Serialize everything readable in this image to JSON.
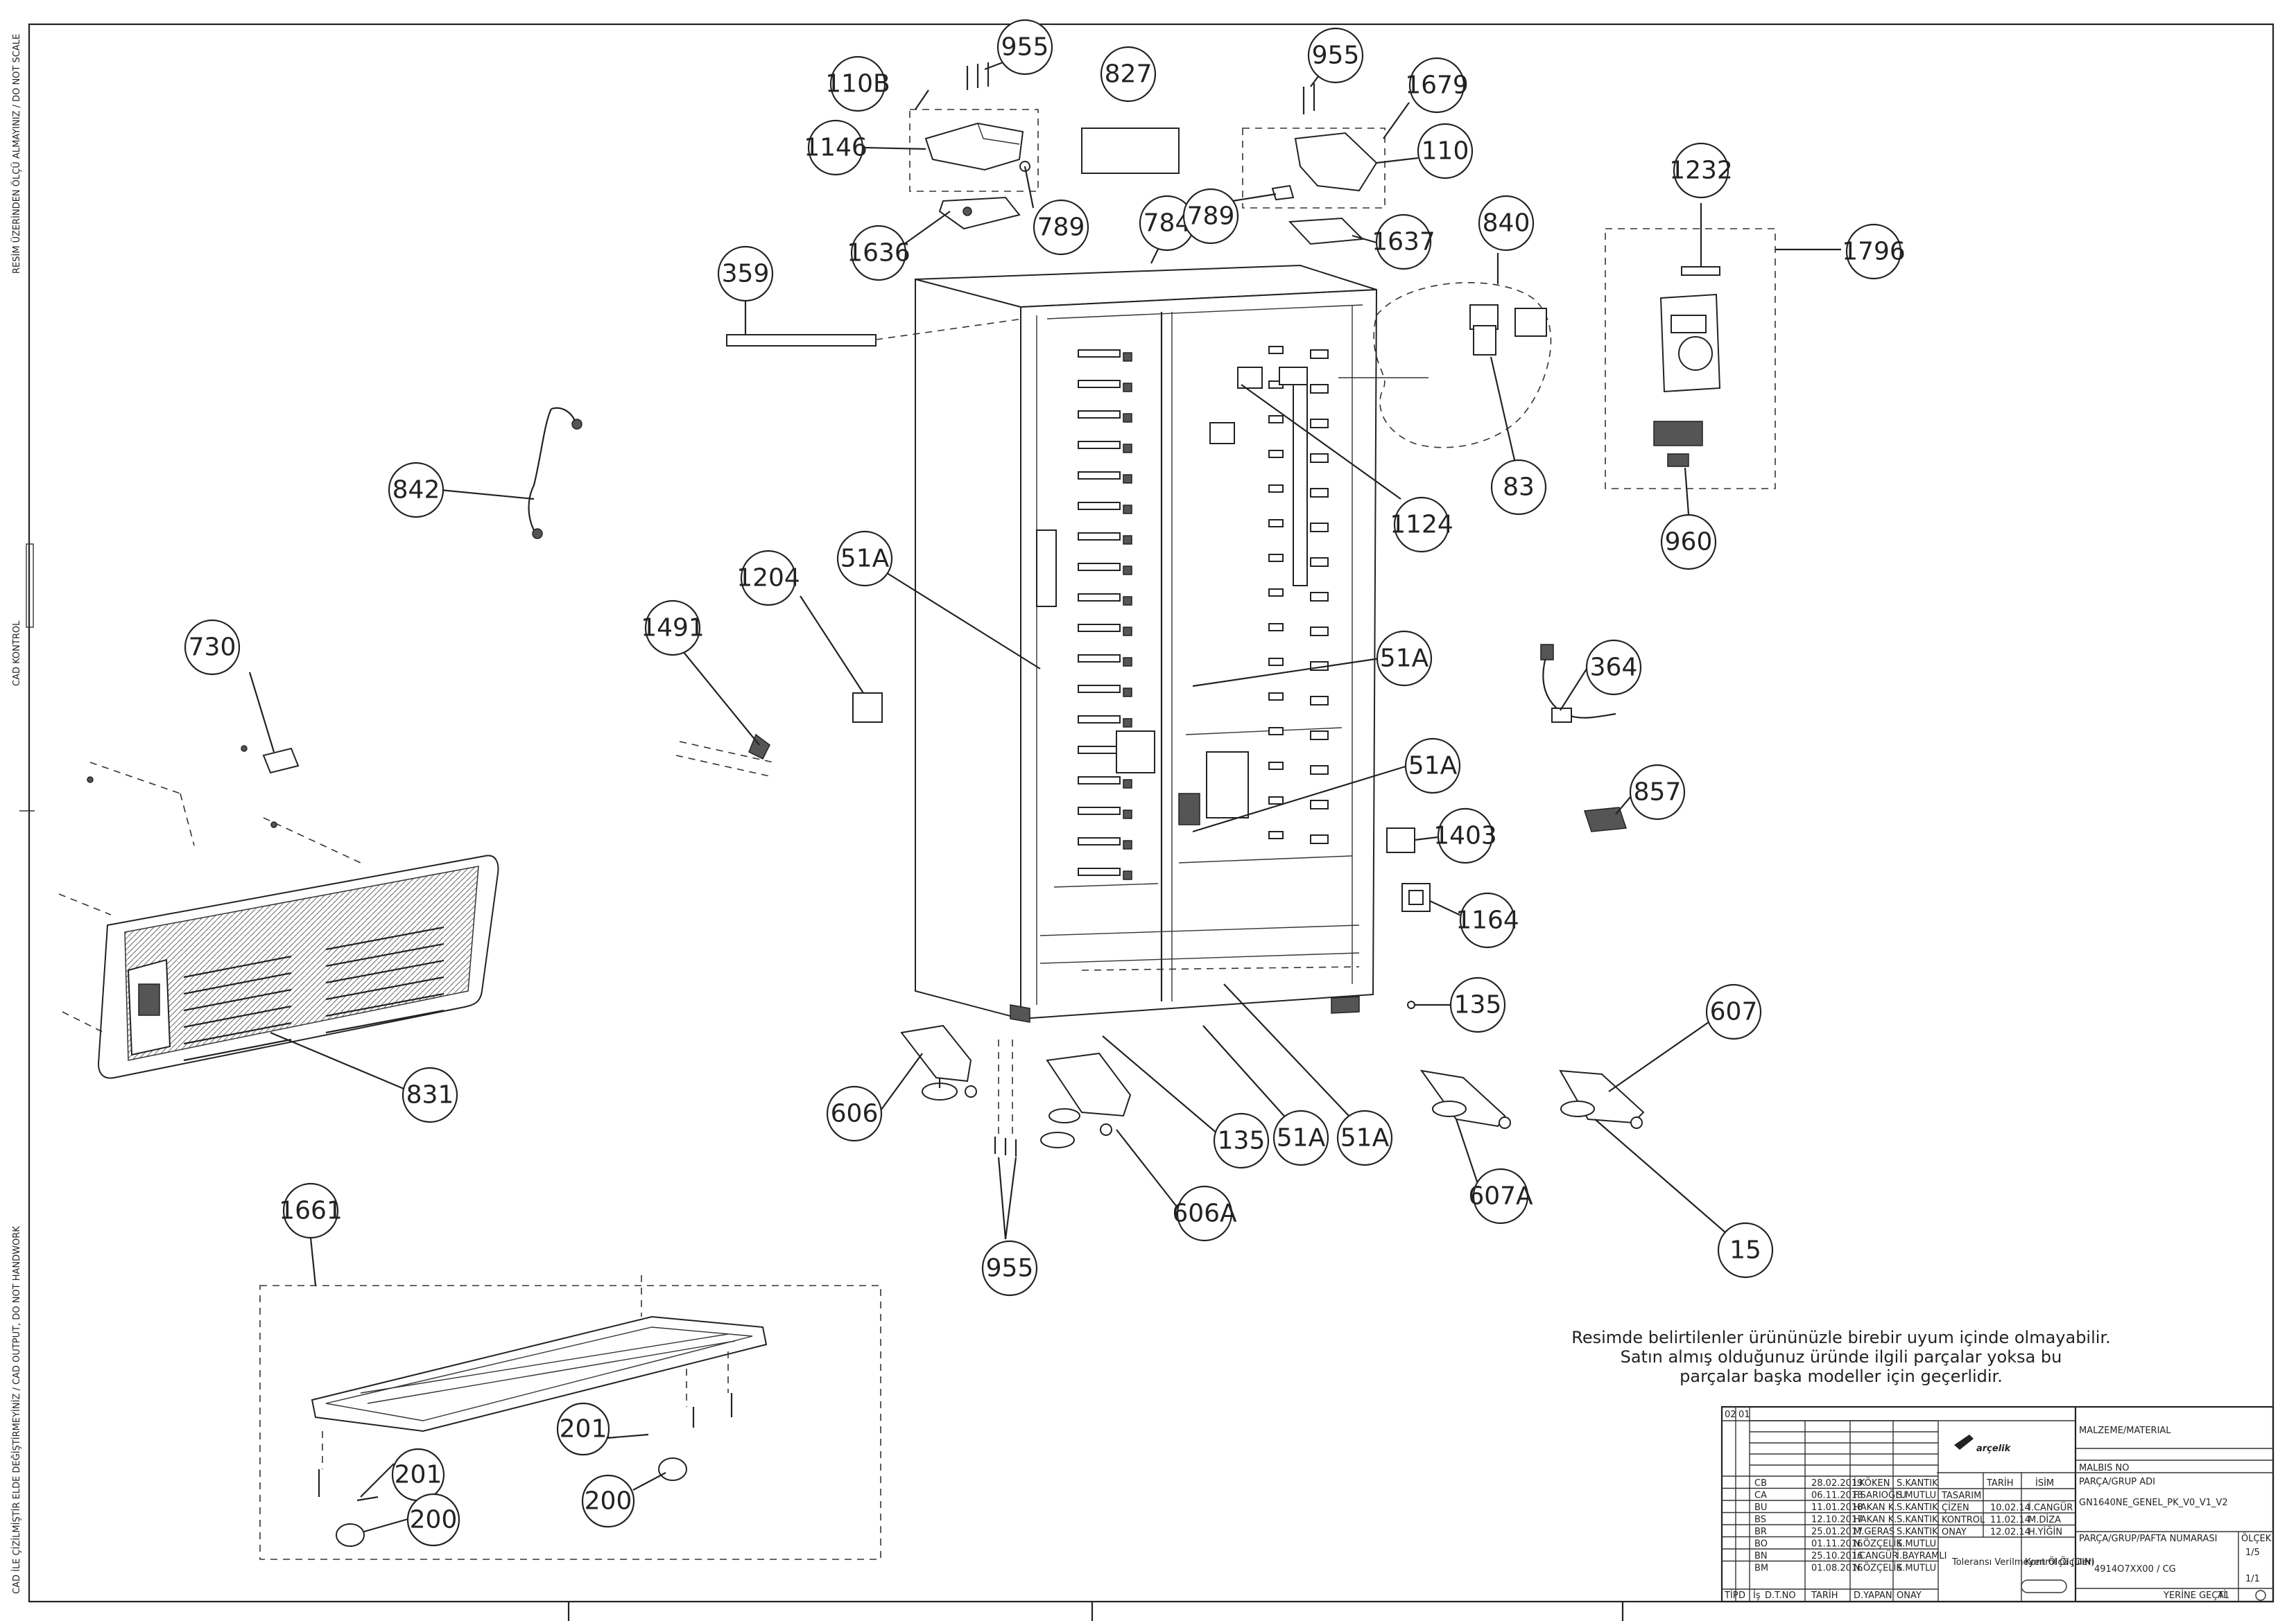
{
  "side_notes": {
    "top": "RESİM ÜZERİNDEN ÖLÇÜ ALMAYINIZ / DO NOT SCALE",
    "middle": "CAD KONTROL",
    "bottom": "CAD İLE ÇİZİLMİŞTİR ELDE DEĞİŞTİRMEYİNİZ / CAD OUTPUT, DO NOT HANDWORK"
  },
  "callouts": {
    "c955a": "955",
    "c110B": "110B",
    "c1146": "1146",
    "c789a": "789",
    "c1636": "1636",
    "c827": "827",
    "c784": "784",
    "c955b": "955",
    "c1679": "1679",
    "c110": "110",
    "c789b": "789",
    "c1637": "1637",
    "c359": "359",
    "c840": "840",
    "c1232": "1232",
    "c1796": "1796",
    "c83": "83",
    "c960": "960",
    "c1124": "1124",
    "c842": "842",
    "c1204": "1204",
    "c51Aa": "51A",
    "c1491": "1491",
    "c730": "730",
    "c51Ab": "51A",
    "c364": "364",
    "c51Ac": "51A",
    "c857": "857",
    "c1403": "1403",
    "c1164": "1164",
    "c135a": "135",
    "c607": "607",
    "c831": "831",
    "c606": "606",
    "c135b": "135",
    "c51Ad": "51A",
    "c51Ae": "51A",
    "c606A": "606A",
    "c607A": "607A",
    "c15": "15",
    "c955c": "955",
    "c1661": "1661",
    "c201a": "201",
    "c201b": "201",
    "c200a": "200",
    "c200b": "200"
  },
  "disclaimer": {
    "line1": "Resimde belirtilenler ürününüzle birebir uyum içinde olmayabilir.",
    "line2": "Satın almış olduğunuz üründe ilgili parçalar yoksa bu",
    "line3": "parçalar başka modeller için geçerlidir."
  },
  "title_block": {
    "header_cells": [
      "02",
      "01"
    ],
    "brand": "arçelik",
    "material_label": "MALZEME/MATERIAL",
    "malbis_label": "MALBIS NO",
    "group_label": "PARÇA/GRUP ADI",
    "group_value": "GN1640NE_GENEL_PK_V0_V1_V2",
    "part_no_label": "PARÇA/GRUP/PAFTA NUMARASI",
    "part_no_value": "4914O7XX00 / CG",
    "scale_label": "ÖLÇEK",
    "scale_value": "1/5",
    "sheet_value": "1/1",
    "yerine_label": "YERİNE GEÇTİ",
    "sheet_size": "A1",
    "revisions": [
      {
        "rev": "CB",
        "date": "28.02.2019",
        "name": "İ.KÖKEN",
        "by": "S.KANTIK"
      },
      {
        "rev": "CA",
        "date": "06.11.2018",
        "name": "F.SARIOĞLU",
        "by": "S.MUTLU"
      },
      {
        "rev": "BU",
        "date": "11.01.2018",
        "name": "HAKAN K.",
        "by": "S.KANTIK"
      },
      {
        "rev": "BS",
        "date": "12.10.2017",
        "name": "HAKAN K.",
        "by": "S.KANTIK"
      },
      {
        "rev": "BR",
        "date": "25.01.2017",
        "name": "M.GERAS",
        "by": "S.KANTIK"
      },
      {
        "rev": "BO",
        "date": "01.11.2016",
        "name": "N.ÖZÇELİK",
        "by": "S.MUTLU"
      },
      {
        "rev": "BN",
        "date": "25.10.2016",
        "name": "İ.CANGÜR",
        "by": "İ.BAYRAMLI"
      },
      {
        "rev": "BM",
        "date": "01.08.2016",
        "name": "N.ÖZÇELİK",
        "by": "S.MUTLU"
      }
    ],
    "sign_header": {
      "date": "TARİH",
      "name": "İSİM"
    },
    "sign_rows": [
      {
        "role": "TASARIM",
        "date": "",
        "name": ""
      },
      {
        "role": "ÇİZEN",
        "date": "10.02.14",
        "name": "İ.CANGÜR"
      },
      {
        "role": "KONTROL",
        "date": "11.02.14",
        "name": "M.DİZA"
      },
      {
        "role": "ONAY",
        "date": "12.02.14",
        "name": "H.YİĞİN"
      }
    ],
    "tolerance_text": "Toleransı Verilmeyen Ölçü (DIN)",
    "control_text": "Kontrol Ölçüleri",
    "footer": [
      "TİP",
      "D",
      "İş",
      "D.T.NO",
      "TARİH",
      "D.YAPAN",
      "ONAY"
    ]
  }
}
